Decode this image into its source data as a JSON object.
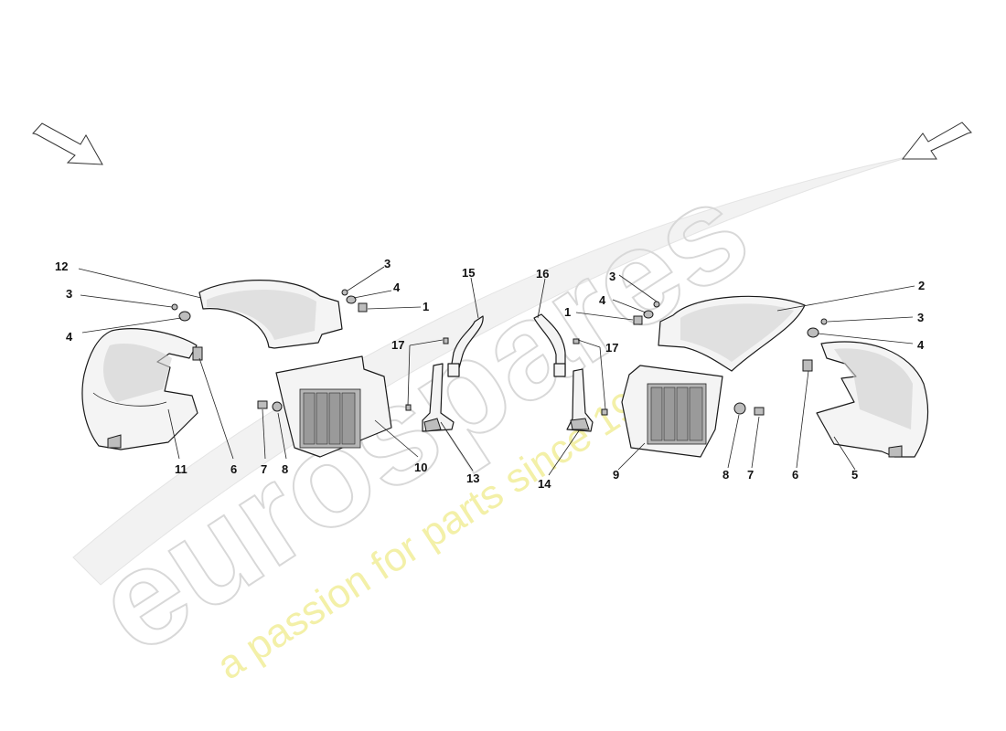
{
  "watermark": {
    "brand": "eurospares",
    "tagline": "a passion for parts since 1985"
  },
  "callouts": {
    "c1a": "1",
    "c1b": "1",
    "c2": "2",
    "c3a": "3",
    "c3b": "3",
    "c3c": "3",
    "c3d": "3",
    "c4a": "4",
    "c4b": "4",
    "c4c": "4",
    "c4d": "4",
    "c5": "5",
    "c6a": "6",
    "c6b": "6",
    "c7a": "7",
    "c7b": "7",
    "c8a": "8",
    "c8b": "8",
    "c9": "9",
    "c10": "10",
    "c11": "11",
    "c12": "12",
    "c13": "13",
    "c14": "14",
    "c15": "15",
    "c16": "16",
    "c17a": "17",
    "c17b": "17"
  }
}
